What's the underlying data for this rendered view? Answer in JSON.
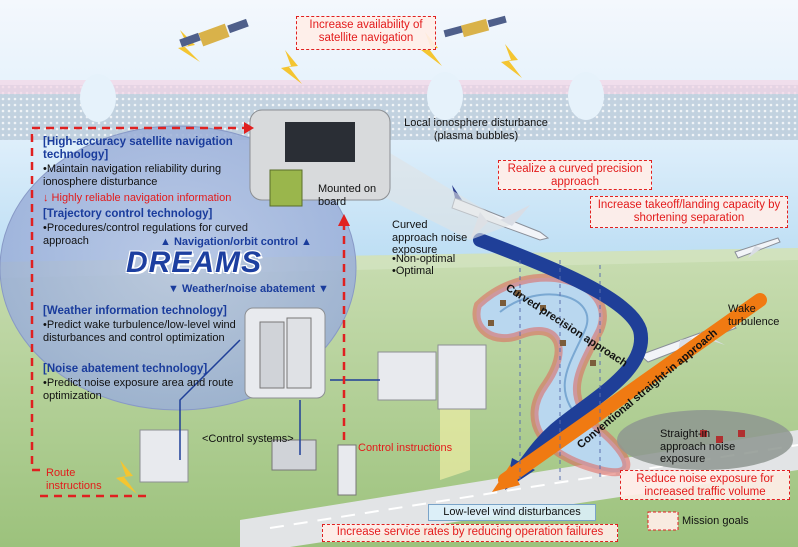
{
  "goals": {
    "satellite": "Increase availability of satellite navigation",
    "curved": "Realize a curved precision approach",
    "capacity": "Increase takeoff/landing capacity by shortening separation",
    "noise": "Reduce noise exposure for increased traffic volume",
    "service": "Increase service rates by reducing operation failures",
    "legend": "Mission goals"
  },
  "labels": {
    "ionosphere": "Local ionosphere disturbance (plasma bubbles)",
    "mounted": "Mounted on board",
    "curved_noise": "Curved approach noise exposure",
    "non_optimal": "•Non-optimal",
    "optimal": "•Optimal",
    "curved_path": "Curved precision approach",
    "straight_path": "Conventional straight-in approach",
    "wake": "Wake turbulence",
    "straight_noise": "Straight-in approach noise exposure",
    "control_systems": "<Control systems>",
    "control_instructions": "Control instructions",
    "route_instructions": "Route instructions",
    "lowlevel": "Low-level wind disturbances"
  },
  "dreams": {
    "title": "DREAMS",
    "nav_orbit": "▲ Navigation/orbit control ▲",
    "weather_noise": "▼ Weather/noise abatement ▼",
    "tech1_title": "[High-accuracy satellite navigation technology]",
    "tech1_desc": "•Maintain navigation reliability during ionosphere disturbance",
    "tech1_result": "↓ Highly reliable navigation information",
    "tech2_title": "[Trajectory control technology]",
    "tech2_desc": "•Procedures/control regulations for curved approach",
    "tech3_title": "[Weather information technology]",
    "tech3_desc": "•Predict wake turbulence/low-level wind disturbances and control optimization",
    "tech4_title": "[Noise abatement technology]",
    "tech4_desc": "•Predict noise exposure area and route optimization"
  },
  "colors": {
    "goal_text": "#e31b1b",
    "heading": "#1a3c9c",
    "curved_arrow": "#1f3f98",
    "straight_arrow": "#f07a12",
    "sky": "#bfe0f4",
    "ground": "#a9c98b"
  }
}
